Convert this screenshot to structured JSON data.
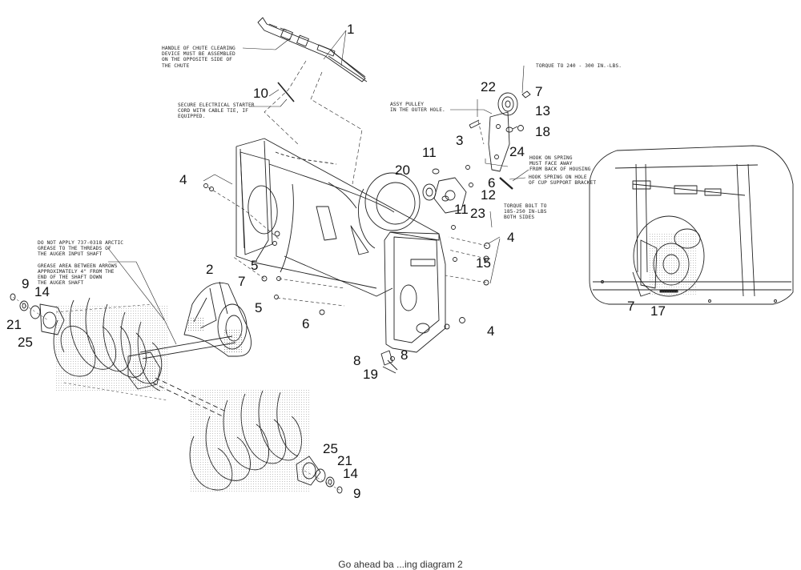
{
  "diagram": {
    "part_numbers": {
      "p1": "1",
      "p10": "10",
      "p22": "22",
      "p7a": "7",
      "p13": "13",
      "p18": "18",
      "p3": "3",
      "p11a": "11",
      "p24": "24",
      "p20": "20",
      "p6a": "6",
      "p12": "12",
      "p11b": "11",
      "p23": "23",
      "p4a": "4",
      "p4b": "4",
      "p4c": "4",
      "p2": "2",
      "p5a": "5",
      "p5b": "5",
      "p15": "15",
      "p7b": "7",
      "p6b": "6",
      "p9a": "9",
      "p14a": "14",
      "p21a": "21",
      "p25a": "25",
      "p8a": "8",
      "p8b": "8",
      "p19": "19",
      "p25b": "25",
      "p21b": "21",
      "p14b": "14",
      "p9b": "9",
      "p7c": "7",
      "p17": "17"
    },
    "notes": {
      "chute_handle": "HANDLE OF CHUTE CLEARING\nDEVICE MUST BE ASSEMBLED\nON THE OPPOSITE SIDE OF\nTHE CHUTE",
      "starter_cord": "SECURE ELECTRICAL STARTER\nCORD WITH CABLE TIE, IF\nEQUIPPED.",
      "torque_pulley": "TORQUE TO 240 - 300 IN.-LBS.",
      "assy_pulley": "ASSY PULLEY\nIN THE OUTER HOLE.",
      "hook_spring": "HOOK ON SPRING\nMUST FACE AWAY\nFROM BACK OF HOUSING",
      "hook_spring_hole": "HOOK SPRING ON HOLE\nOF CUP SUPPORT BRACKET",
      "torque_bolt": "TORQUE BOLT TO\n185-250 IN-LBS\nBOTH SIDES",
      "grease": "DO NOT APPLY 737-0318 ARCTIC\nGREASE TO THE THREADS OF\nTHE AUGER INPUT SHAFT\n\nGREASE AREA BETWEEN ARROWS\nAPPROXIMATELY 4\" FROM THE\nEND OF THE SHAFT DOWN\nTHE AUGER SHAFT"
    },
    "footer": "Go ahead ba ...ing diagram 2"
  }
}
